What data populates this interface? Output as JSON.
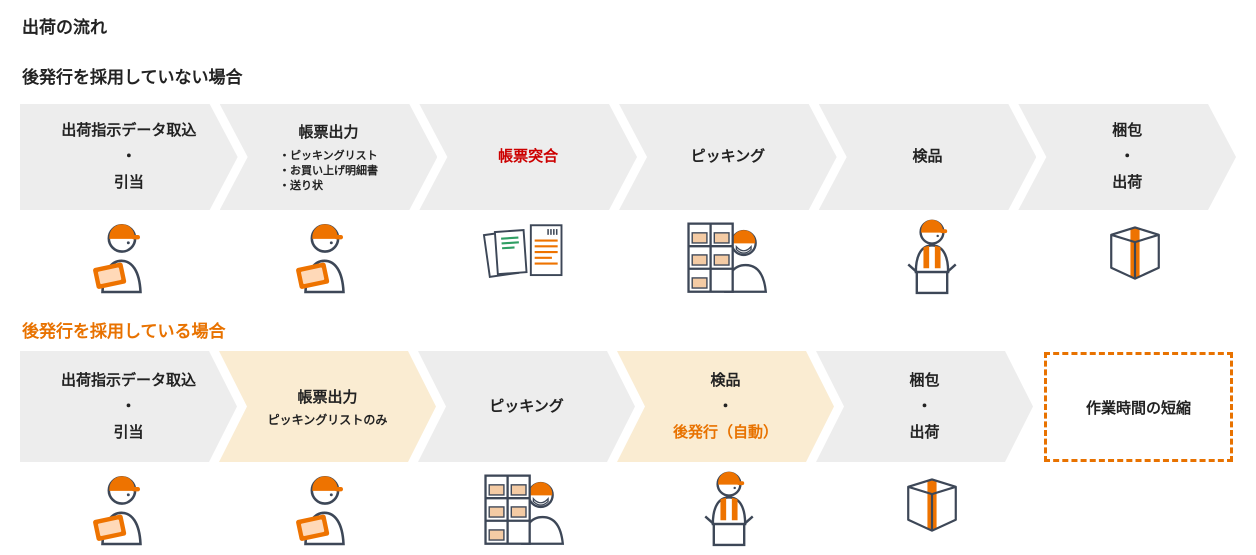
{
  "page": {
    "title": "出荷の流れ"
  },
  "colors": {
    "step_default_bg": "#ededed",
    "step_highlight_bg": "#faecd2",
    "accent_orange": "#e87200",
    "alert_red": "#cc0000",
    "text": "#222222"
  },
  "section1": {
    "heading": "後発行を採用していない場合",
    "steps": [
      {
        "icon": "worker-laptop",
        "line1": "出荷指示データ取込",
        "line2": "・",
        "line3": "引当"
      },
      {
        "icon": "worker-laptop",
        "title": "帳票出力",
        "bullet1": "・ピッキングリスト",
        "bullet2": "・お買い上げ明細書",
        "bullet3": "・送り状"
      },
      {
        "icon": "documents",
        "title": "帳票突合"
      },
      {
        "icon": "picking-shelf",
        "title": "ピッキング"
      },
      {
        "icon": "inspection-worker",
        "title": "検品"
      },
      {
        "icon": "shipping-box",
        "line1": "梱包",
        "line2": "・",
        "line3": "出荷"
      }
    ]
  },
  "section2": {
    "heading": "後発行を採用している場合",
    "steps": [
      {
        "icon": "worker-laptop",
        "line1": "出荷指示データ取込",
        "line2": "・",
        "line3": "引当"
      },
      {
        "icon": "worker-laptop",
        "title": "帳票出力",
        "subtitle": "ピッキングリストのみ",
        "highlighted": true
      },
      {
        "icon": "picking-shelf",
        "title": "ピッキング"
      },
      {
        "icon": "inspection-worker",
        "line1": "検品",
        "line2": "・",
        "line3": "後発行（自動）",
        "highlighted": true
      },
      {
        "icon": "shipping-box",
        "line1": "梱包",
        "line2": "・",
        "line3": "出荷"
      }
    ],
    "result_box": {
      "label": "作業時間の短縮"
    }
  }
}
